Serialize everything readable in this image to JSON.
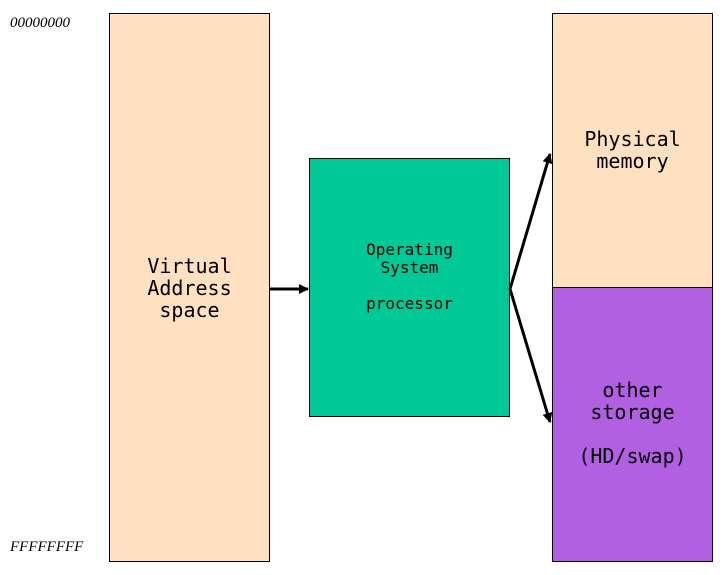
{
  "addresses": {
    "top": "00000000",
    "bottom": "FFFFFFFF"
  },
  "virtual_address_space": {
    "lines": [
      "Virtual",
      "Address",
      "space"
    ]
  },
  "operating_system": {
    "lines": [
      "Operating",
      "System"
    ],
    "sub": "processor"
  },
  "physical_memory": {
    "lines": [
      "Physical",
      "memory"
    ]
  },
  "other_storage": {
    "lines": [
      "other",
      "storage"
    ],
    "sub": "(HD/swap)"
  },
  "colors": {
    "memory_fill": "#ffe0c0",
    "os_fill": "#00c896",
    "storage_fill": "#b060e0",
    "arrow": "#000000"
  }
}
